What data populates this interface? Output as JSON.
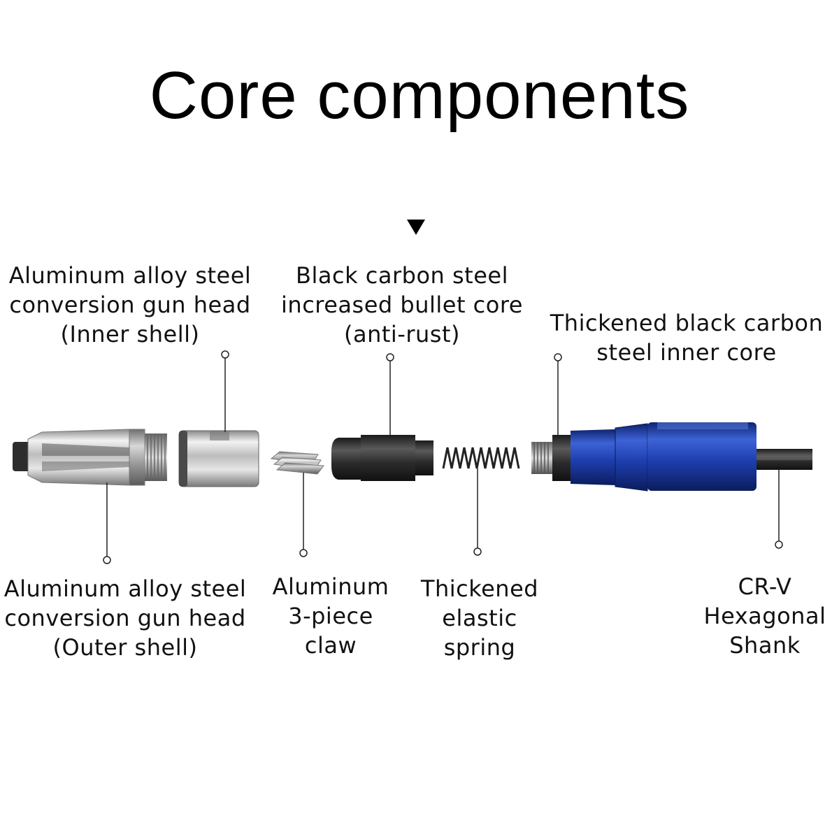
{
  "title": "Core components",
  "labels": {
    "inner_shell": [
      "Aluminum alloy steel",
      "conversion gun head",
      "(Inner shell)"
    ],
    "bullet_core": [
      "Black carbon steel",
      "increased bullet core",
      "(anti-rust)"
    ],
    "inner_core": [
      "Thickened black carbon",
      "steel inner core"
    ],
    "outer_shell": [
      "Aluminum alloy steel",
      "conversion gun head",
      "(Outer shell)"
    ],
    "claw": [
      "Aluminum",
      "3-piece",
      "claw"
    ],
    "spring": [
      "Thickened",
      "elastic",
      "spring"
    ],
    "shank": [
      "CR-V",
      "Hexagonal",
      "Shank"
    ]
  },
  "colors": {
    "text": "#111111",
    "leader_line": "#222222",
    "body_blue": "#1f3fb0",
    "black_steel": "#2a2a2a",
    "silver": "#c9c9c9"
  },
  "icons": {
    "marker": "down-triangle",
    "leader_end": "open-circle"
  }
}
